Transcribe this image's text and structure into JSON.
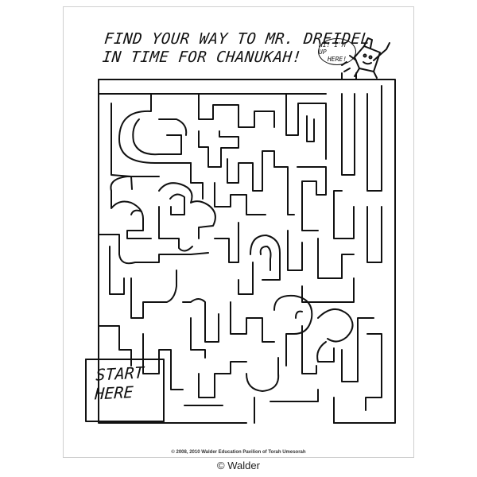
{
  "title": {
    "line1": "FIND YOUR WAY TO MR. DREIDEL",
    "line2": "IN TIME FOR CHANUKAH!"
  },
  "speech_bubble": {
    "line1": "HI! I'M UP",
    "line2": "HERE!"
  },
  "start": {
    "line1": "START",
    "line2": "HERE"
  },
  "footer": {
    "copyright_line": "© 2008, 2010 Walder Education Pavilion of Torah Umesorah",
    "credit": "© Walder"
  }
}
